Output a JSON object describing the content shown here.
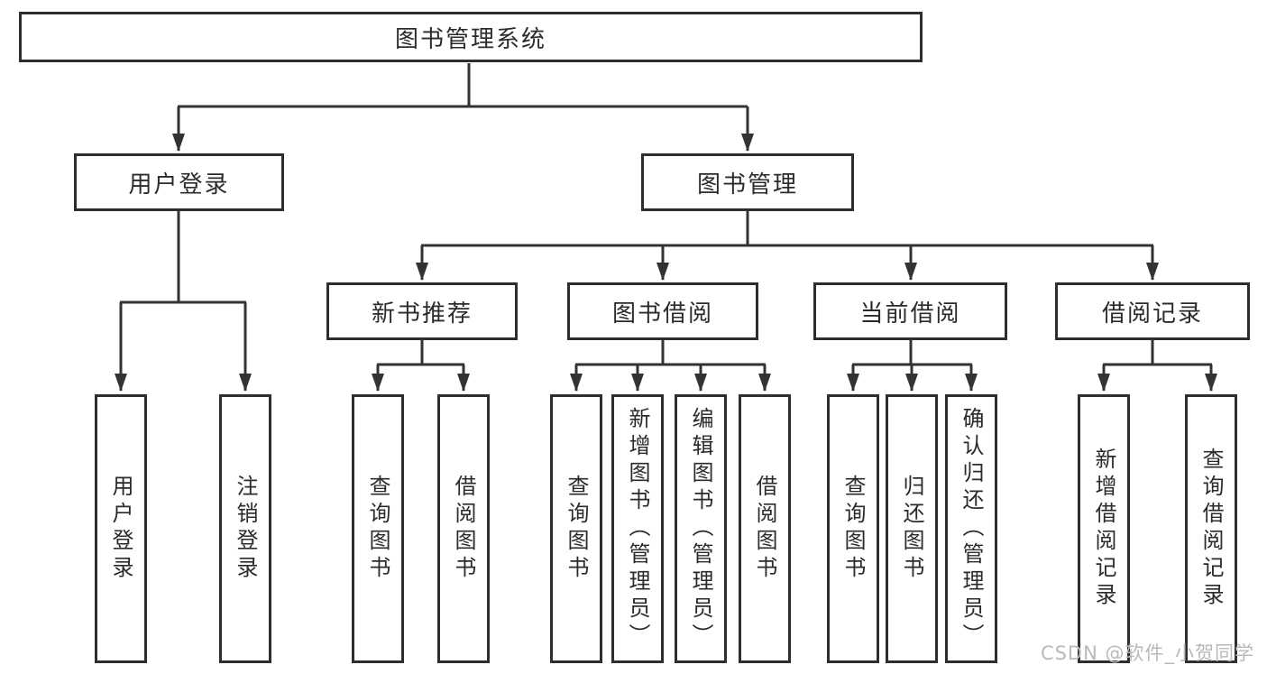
{
  "diagram": {
    "root": {
      "label": "图书管理系统"
    },
    "level2": [
      {
        "id": "user-login",
        "label": "用户登录"
      },
      {
        "id": "book-management",
        "label": "图书管理"
      }
    ],
    "level3": [
      {
        "id": "new-book-recommend",
        "label": "新书推荐"
      },
      {
        "id": "book-borrow",
        "label": "图书借阅"
      },
      {
        "id": "current-borrow",
        "label": "当前借阅"
      },
      {
        "id": "borrow-records",
        "label": "借阅记录"
      }
    ],
    "leaves": [
      {
        "id": "user-login",
        "label": "用户登录"
      },
      {
        "id": "logout",
        "label": "注销登录"
      },
      {
        "id": "query-books-recommend",
        "label": "查询图书"
      },
      {
        "id": "borrow-books-recommend",
        "label": "借阅图书"
      },
      {
        "id": "query-books-borrow",
        "label": "查询图书"
      },
      {
        "id": "add-books-admin",
        "label": "新增图书（管理员）"
      },
      {
        "id": "edit-books-admin",
        "label": "编辑图书（管理员）"
      },
      {
        "id": "borrow-books",
        "label": "借阅图书"
      },
      {
        "id": "query-books-current",
        "label": "查询图书"
      },
      {
        "id": "return-books",
        "label": "归还图书"
      },
      {
        "id": "confirm-return-admin",
        "label": "确认归还（管理员）"
      },
      {
        "id": "add-borrow-record",
        "label": "新增借阅记录"
      },
      {
        "id": "query-borrow-record",
        "label": "查询借阅记录"
      }
    ]
  },
  "watermark": {
    "text": "CSDN @软件_小贺同学"
  },
  "colors": {
    "line": "#333333",
    "border": "#2e2e2e",
    "text": "#2b2b2b",
    "background": "#ffffff",
    "watermark": "#b9b9b9"
  }
}
